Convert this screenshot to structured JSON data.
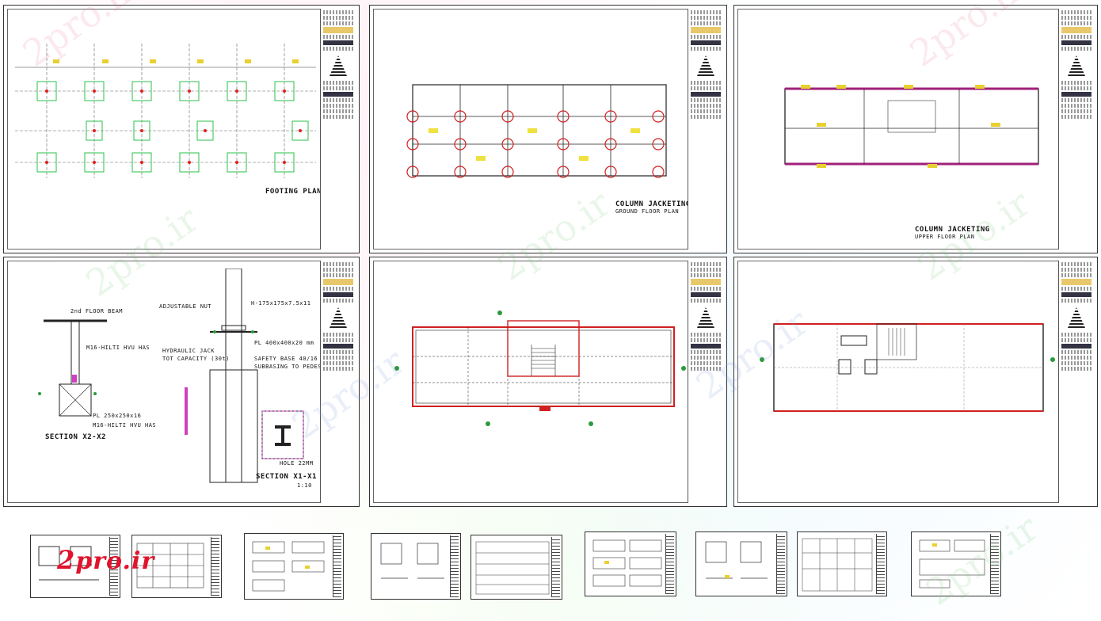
{
  "sheets": {
    "footing": {
      "title": "FOOTING PLAN"
    },
    "column_ground": {
      "title": "COLUMN JACKETING",
      "subtitle": "GROUND FLOOR PLAN"
    },
    "column_upper": {
      "title": "COLUMN JACKETING",
      "subtitle": "UPPER FLOOR PLAN"
    },
    "section_detail": {
      "section_x2": "SECTION X2-X2",
      "section_x1": "SECTION X1-X1",
      "scale_x1": "1:10",
      "labels": {
        "floor_beam": "2nd FLOOR BEAM",
        "anchor1": "M16-HILTI HVU HAS",
        "anchor2": "M16-HILTI HVU HAS",
        "plate": "PL 250x250x16",
        "adjustable_nut": "ADJUSTABLE NUT",
        "hydraulic_jack": "HYDRAULIC JACK",
        "capacity": "TOT CAPACITY (30t)",
        "safety_base": "SAFETY BASE 40/16",
        "subbasing": "SUBBASING TO PEDESTAL",
        "hole": "HOLE 22MM",
        "hdr": "H-175x175x7.5x11",
        "pl_side": "PL 400x400x20 mm"
      }
    }
  },
  "watermark": {
    "text": "2pro.ir",
    "logo_num": "2",
    "logo_text": "pro.ir"
  }
}
